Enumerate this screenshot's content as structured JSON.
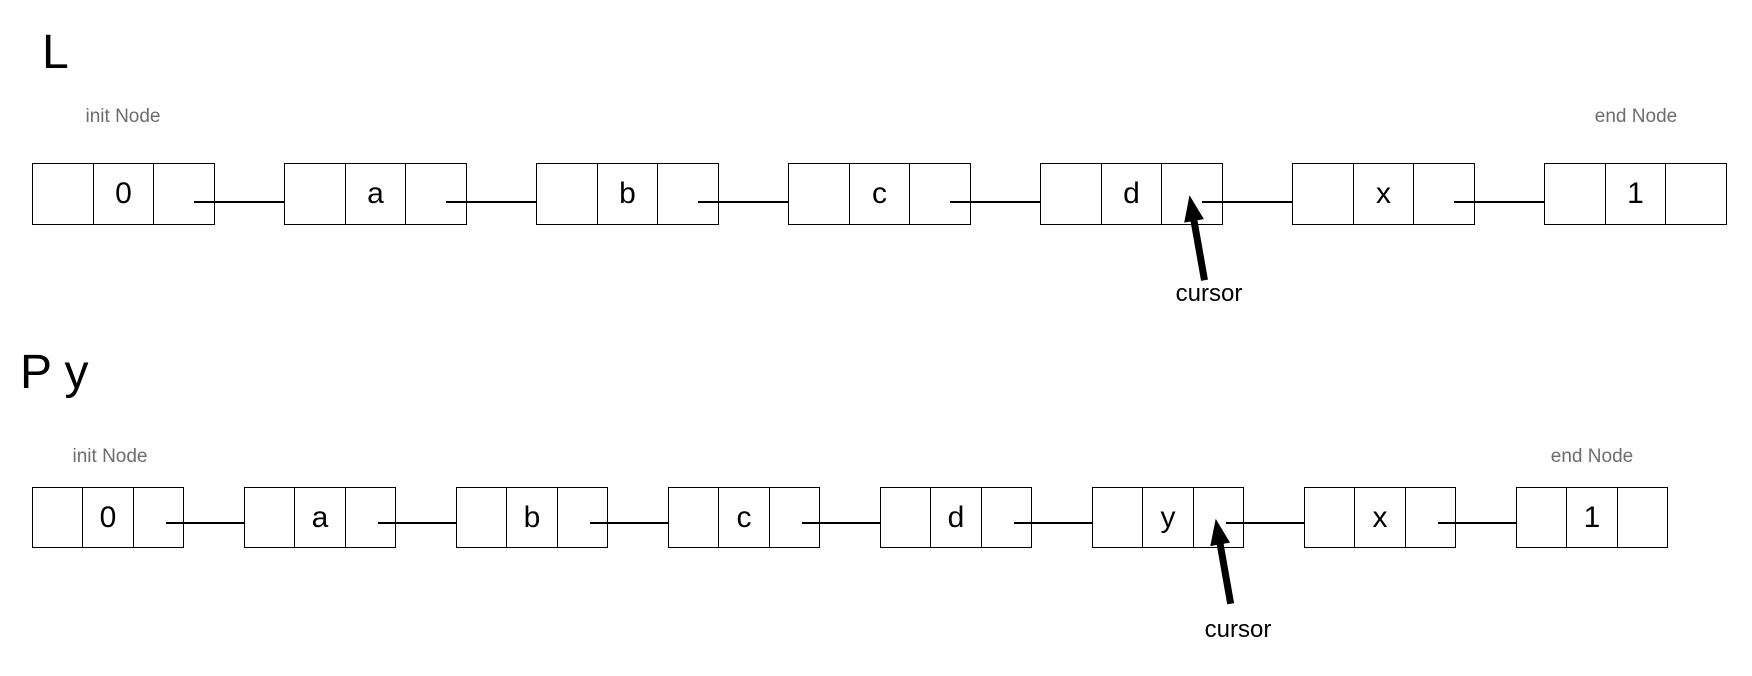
{
  "colors": {
    "ink": "#000000",
    "muted_label": "#6d6d6d",
    "background": "#ffffff"
  },
  "lists": [
    {
      "id": "L",
      "title": "L",
      "init_label": "init Node",
      "end_label": "end Node",
      "nodes": [
        "0",
        "a",
        "b",
        "c",
        "d",
        "x",
        "1"
      ],
      "cursor": {
        "label": "cursor",
        "node_index": 4
      }
    },
    {
      "id": "Py",
      "title": "P y",
      "init_label": "init Node",
      "end_label": "end Node",
      "nodes": [
        "0",
        "a",
        "b",
        "c",
        "d",
        "y",
        "x",
        "1"
      ],
      "cursor": {
        "label": "cursor",
        "node_index": 5
      }
    }
  ]
}
